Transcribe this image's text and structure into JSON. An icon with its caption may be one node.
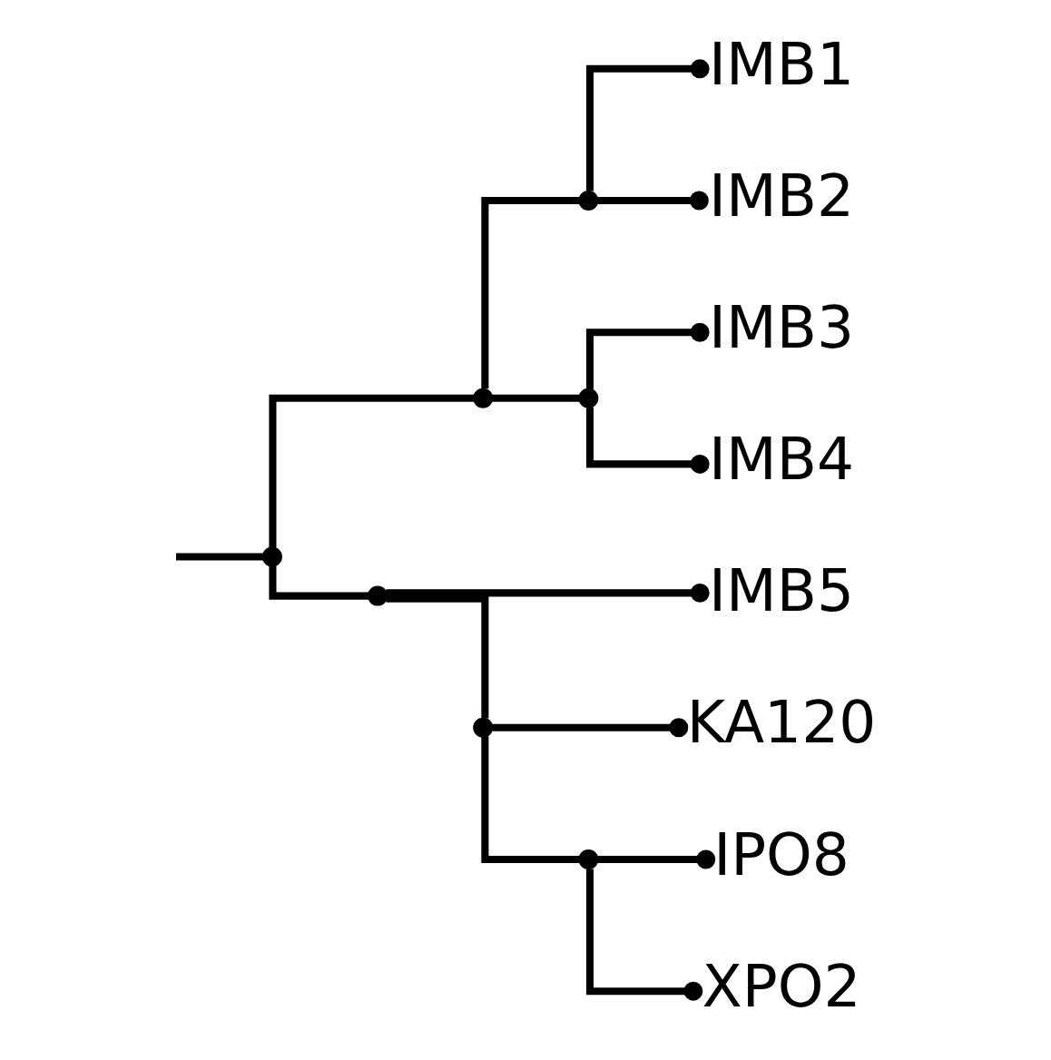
{
  "diagram": {
    "nodes": [
      {
        "text": [],
        "shape": "circle"
      },
      {
        "text": [],
        "shape": "circle"
      },
      {
        "text": [],
        "shape": "circle"
      },
      {
        "text": [],
        "shape": "circle"
      },
      {
        "text": [],
        "shape": "circle"
      },
      {
        "text": [],
        "shape": "circle"
      },
      {
        "text": [],
        "shape": "circle"
      },
      {
        "text": [
          "IMB1"
        ]
      },
      {
        "text": [
          "IMB2"
        ]
      },
      {
        "text": [
          "IMB3"
        ]
      },
      {
        "text": [
          "IMB4"
        ]
      },
      {
        "text": [
          "IMB5"
        ]
      },
      {
        "text": [
          "KA120"
        ]
      },
      {
        "text": [
          "IPO8"
        ]
      },
      {
        "text": [
          "XPO2"
        ]
      }
    ],
    "edges": [
      {
        "from": null,
        "to": 0,
        "arrow": "none"
      },
      {
        "from": 0,
        "to": 1,
        "arrow": "none"
      },
      {
        "from": 1,
        "to": 2,
        "arrow": "none"
      },
      {
        "from": 2,
        "to": 7,
        "arrow": "other"
      },
      {
        "from": 2,
        "to": 8,
        "arrow": "other"
      },
      {
        "from": 1,
        "to": 3,
        "arrow": "none"
      },
      {
        "from": 3,
        "to": 9,
        "arrow": "other"
      },
      {
        "from": 3,
        "to": 10,
        "arrow": "other"
      },
      {
        "from": 0,
        "to": 4,
        "arrow": "none"
      },
      {
        "from": 4,
        "to": 11,
        "arrow": "other"
      },
      {
        "from": 4,
        "to": 5,
        "arrow": "none"
      },
      {
        "from": 5,
        "to": 12,
        "arrow": "other"
      },
      {
        "from": 5,
        "to": 6,
        "arrow": "none"
      },
      {
        "from": 6,
        "to": 13,
        "arrow": "other"
      },
      {
        "from": 6,
        "to": 14,
        "arrow": "other"
      }
    ]
  }
}
